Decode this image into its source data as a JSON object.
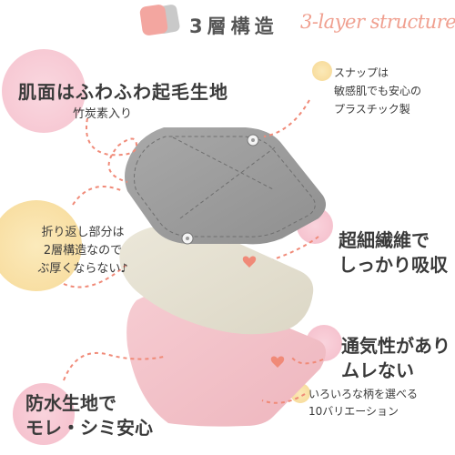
{
  "header": {
    "title": "3層構造",
    "subtitle": "3-layer structure"
  },
  "callouts": {
    "surface": {
      "line1": "肌面はふわふわ起毛生地",
      "line2": "竹炭素入り"
    },
    "snap": {
      "line1": "スナップは",
      "line2": "敏感肌でも安心の",
      "line3": "プラスチック製"
    },
    "fold": {
      "line1": "折り返し部分は",
      "line2": "2層構造なので",
      "line3": "ぶ厚くならない♪"
    },
    "fiber": {
      "line1": "超細繊維で",
      "line2": "しっかり吸収"
    },
    "breathable": {
      "line1": "通気性があり",
      "line2": "ムレない"
    },
    "waterproof": {
      "line1": "防水生地で",
      "line2": "モレ・シミ安心"
    },
    "patterns": {
      "line1": "いろいろな柄を選べる",
      "line2": "10バリエーション"
    }
  },
  "colors": {
    "accent_pink": "#f0a090",
    "layer_gray": "#9e9e9e",
    "layer_beige": "#e4e0d2",
    "layer_pink": "#f2c4c8",
    "dash": "#f08a78"
  }
}
